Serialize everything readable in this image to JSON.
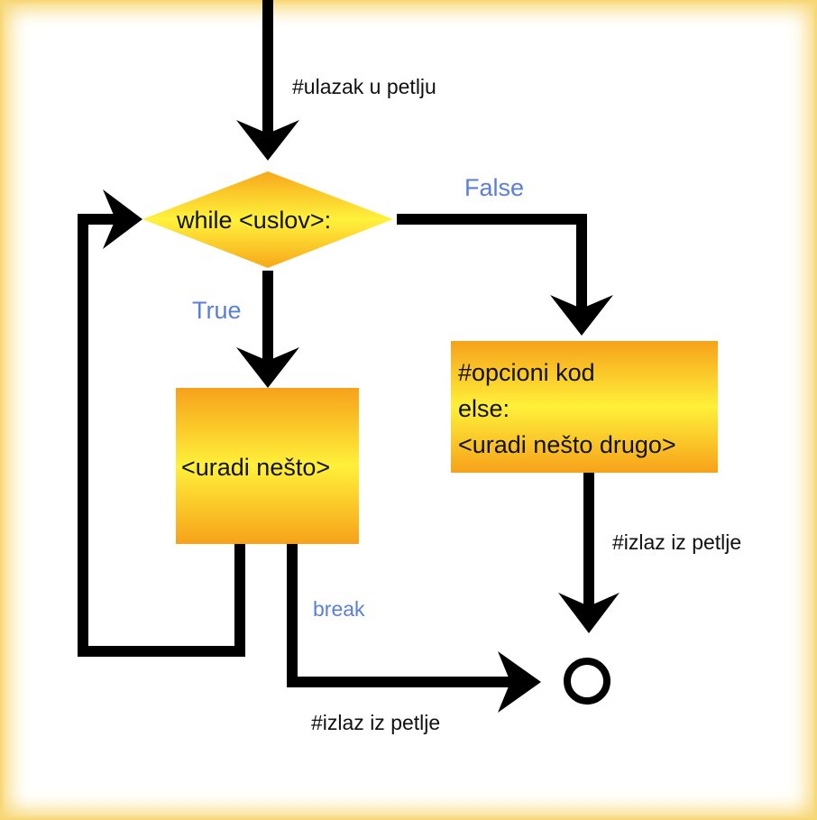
{
  "entry_note": "#ulazak u petlju",
  "condition": {
    "text": "while <uslov>:"
  },
  "branches": {
    "false_label": "False",
    "true_label": "True",
    "break_label": "break"
  },
  "loop_body": {
    "text": "<uradi nešto>"
  },
  "else_block": {
    "lines": [
      "#opcioni kod",
      "else:",
      "<uradi nešto drugo>"
    ]
  },
  "exit_notes": {
    "else_exit": "#izlaz iz petlje",
    "break_exit": "#izlaz iz petlje"
  },
  "colors": {
    "node_gold": "#f6a21a",
    "node_yellow": "#fff03a",
    "arrow": "#000000",
    "branch_label": "#5a7fd6",
    "frame_glow": "#f7d774"
  }
}
